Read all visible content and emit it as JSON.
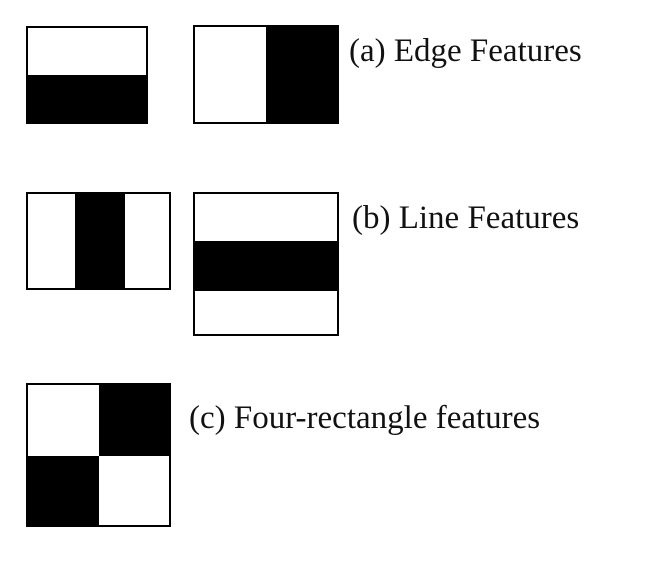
{
  "captions": {
    "edge": "(a) Edge Features",
    "line": "(b) Line Features",
    "four": "(c) Four-rectangle features"
  },
  "colors": {
    "dark": "#000000",
    "light": "#ffffff"
  }
}
